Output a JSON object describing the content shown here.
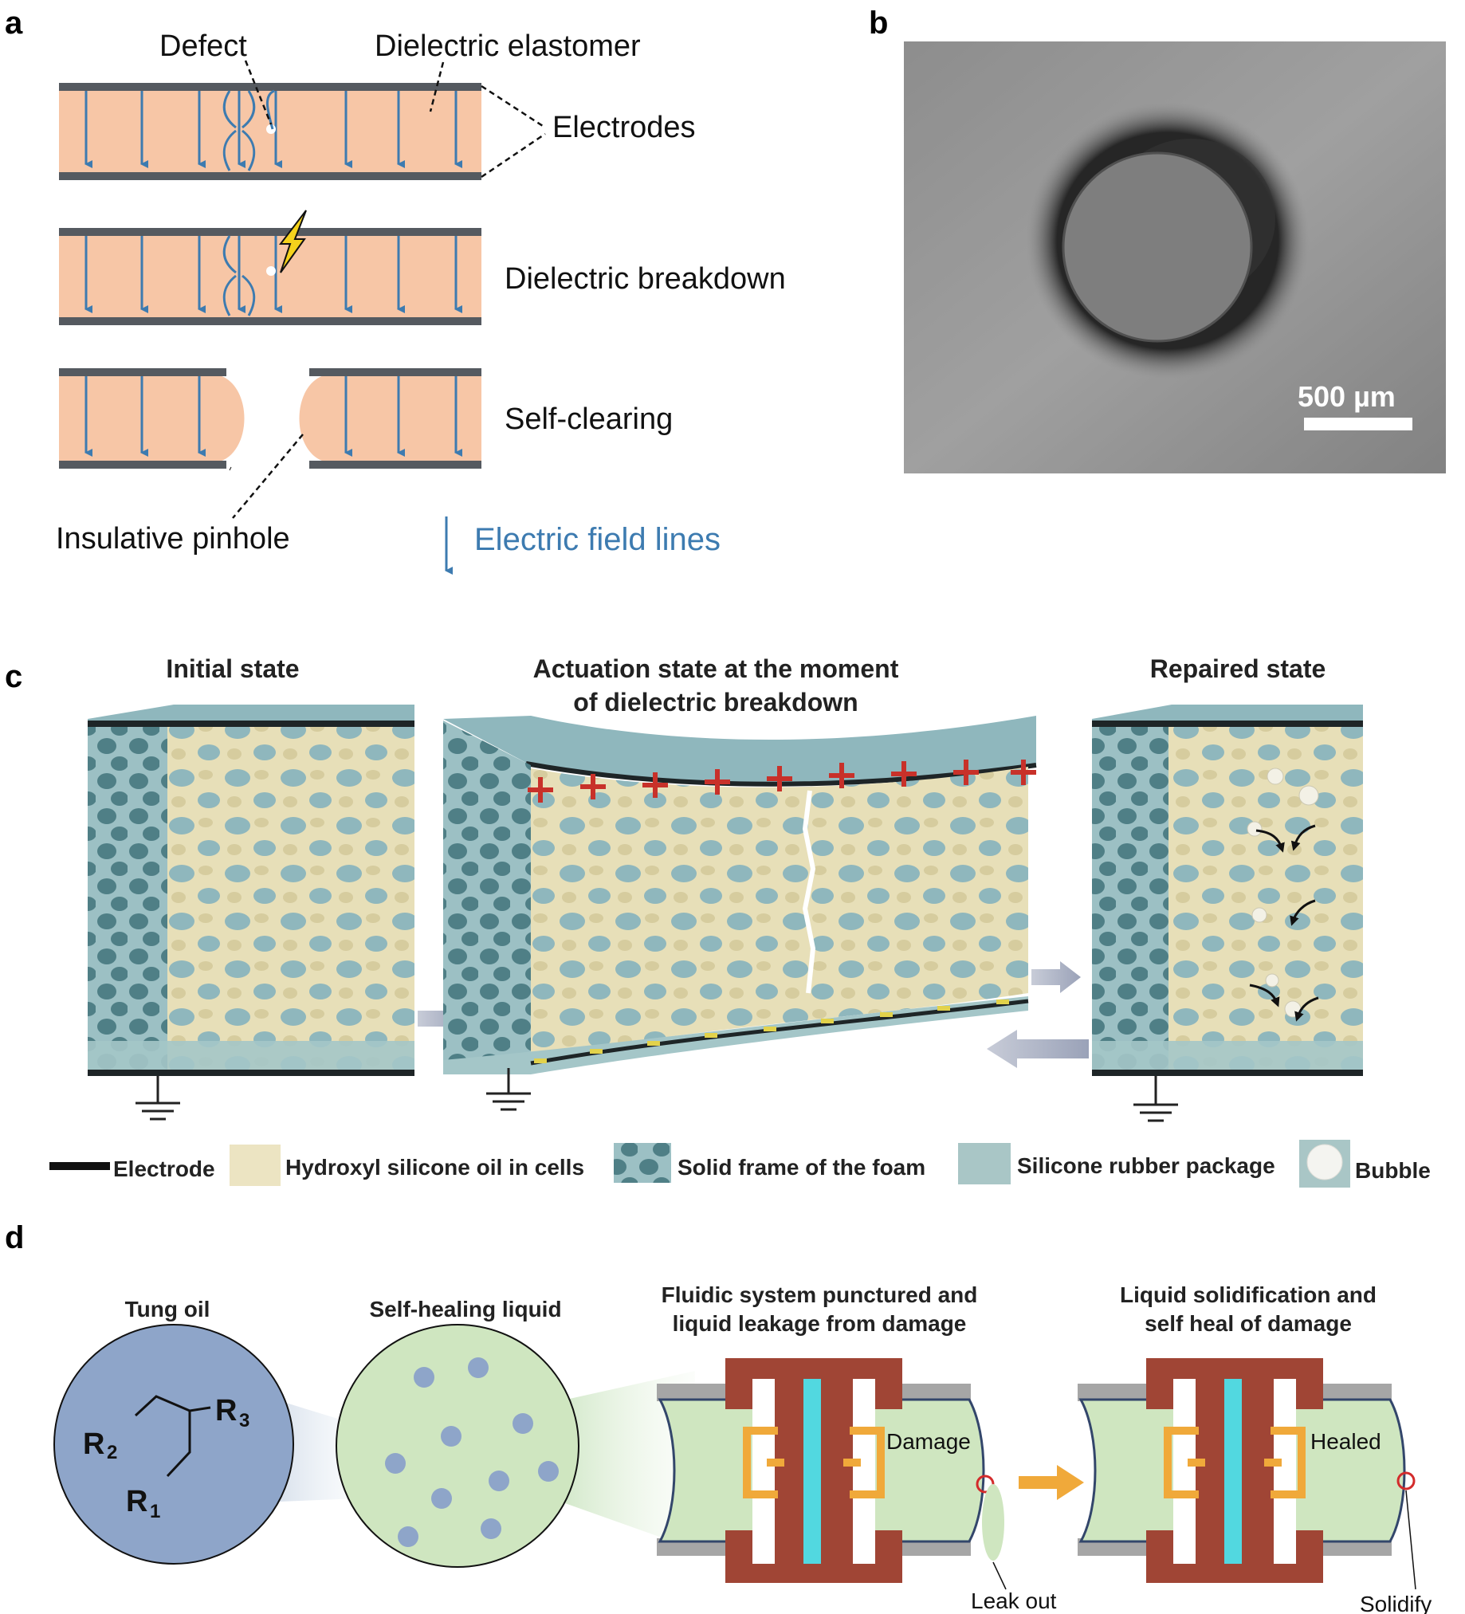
{
  "panels": {
    "a": "a",
    "b": "b",
    "c": "c",
    "d": "d"
  },
  "panel_a": {
    "defect": "Defect",
    "dielectric_elastomer": "Dielectric elastomer",
    "electrodes": "Electrodes",
    "dielectric_breakdown": "Dielectric breakdown",
    "self_clearing": "Self-clearing",
    "insulative_pinhole": "Insulative pinhole",
    "field_lines": "Electric field lines"
  },
  "panel_b": {
    "scale_bar": "500 µm"
  },
  "panel_c": {
    "initial": "Initial state",
    "actuation_line1": "Actuation state at the moment",
    "actuation_line2": "of dielectric breakdown",
    "repaired": "Repaired state",
    "legend": {
      "electrode": "Electrode",
      "oil": "Hydroxyl silicone oil  in cells",
      "frame": "Solid frame of the foam",
      "rubber": "Silicone rubber package",
      "bubble": "Bubble"
    }
  },
  "panel_d": {
    "tung_oil": "Tung oil",
    "self_healing": "Self-healing liquid",
    "punctured_line1": "Fluidic system punctured and",
    "punctured_line2": "liquid leakage from damage",
    "solid_line1": "Liquid solidification and",
    "solid_line2": "self heal of damage",
    "damage": "Damage",
    "leak_out": "Leak out",
    "healed": "Healed",
    "solidify": "Solidify",
    "r1": "R",
    "r1_sub": "1",
    "r2": "R",
    "r2_sub": "2",
    "r3": "R",
    "r3_sub": "3"
  },
  "colors": {
    "elastomer": "#f7c6a6",
    "electrode": "#555a60",
    "field": "#3d7bb0",
    "foam_teal": "#8fb7bd",
    "foam_cream": "#e7dfb8",
    "liquid_green": "#cfe6c0",
    "tung_blue": "#8ea5c9",
    "clamp_red": "#a04535",
    "pin_orange": "#f0a93a",
    "cyan": "#52d8e0"
  }
}
